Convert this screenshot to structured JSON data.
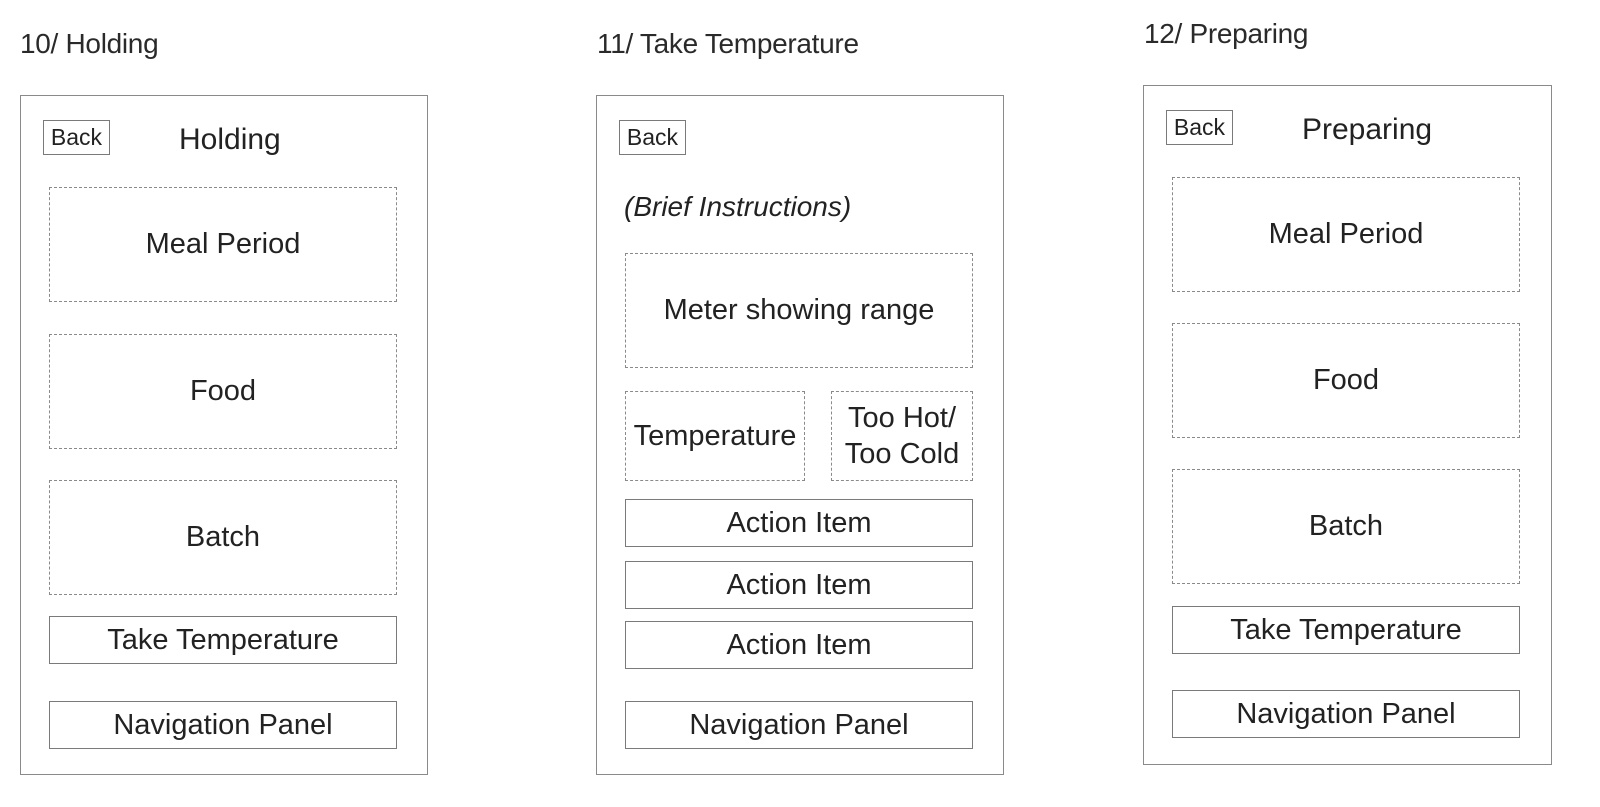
{
  "screens": [
    {
      "caption": "10/ Holding",
      "back_label": "Back",
      "title": "Holding",
      "sections": [
        "Meal Period",
        "Food",
        "Batch"
      ],
      "primary_button": "Take Temperature",
      "nav_panel": "Navigation Panel"
    },
    {
      "caption": "11/ Take Temperature",
      "back_label": "Back",
      "instructions": "(Brief Instructions)",
      "meter": "Meter showing range",
      "temperature": "Temperature",
      "status": "Too Hot/\nToo Cold",
      "action_items": [
        "Action Item",
        "Action Item",
        "Action Item"
      ],
      "nav_panel": "Navigation Panel"
    },
    {
      "caption": "12/ Preparing",
      "back_label": "Back",
      "title": "Preparing",
      "sections": [
        "Meal Period",
        "Food",
        "Batch"
      ],
      "primary_button": "Take Temperature",
      "nav_panel": "Navigation Panel"
    }
  ],
  "colors": {
    "border": "#8a8a8a",
    "text": "#222222",
    "background": "#ffffff"
  }
}
